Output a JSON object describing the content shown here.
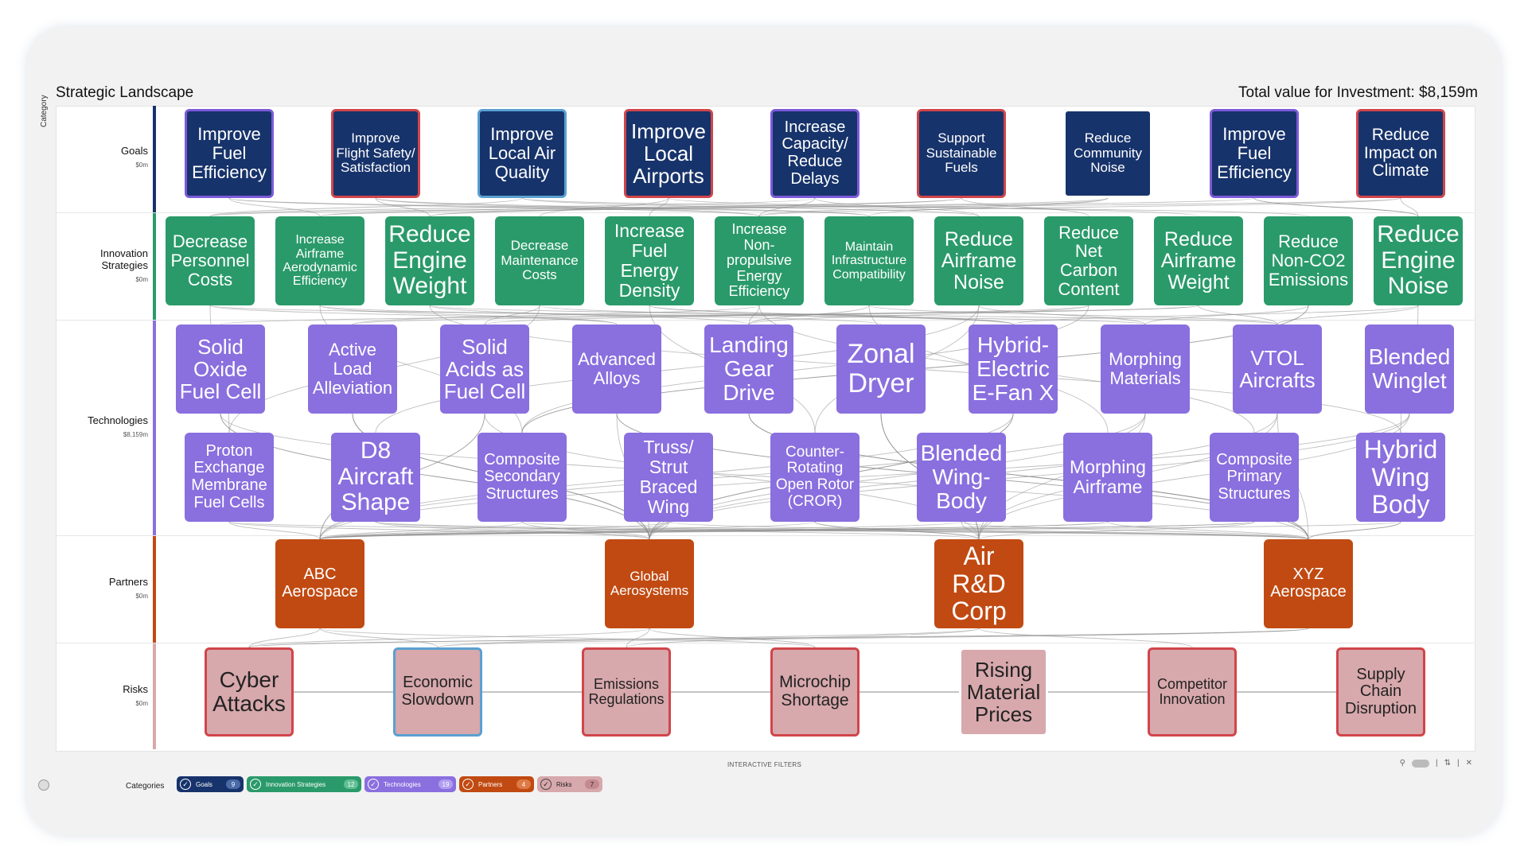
{
  "header": {
    "title": "Strategic Landscape",
    "total": "Total value for Investment: $8,159m"
  },
  "axis_label": "Category",
  "rows": [
    {
      "key": "goals",
      "label": "Goals",
      "value": "$0m",
      "color": "#17336b"
    },
    {
      "key": "innov",
      "label": "Innovation Strategies",
      "value": "$0m",
      "color": "#2a9a6a"
    },
    {
      "key": "tech",
      "label": "Technologies",
      "value": "$8,159m",
      "color": "#8a6fdf"
    },
    {
      "key": "partners",
      "label": "Partners",
      "value": "$0m",
      "color": "#c14a12"
    },
    {
      "key": "risks",
      "label": "Risks",
      "value": "$0m",
      "color": "#d7a8ac"
    }
  ],
  "nodes": {
    "goals": [
      {
        "label": "Improve Fuel Efficiency",
        "outline": "purple"
      },
      {
        "label": "Improve Flight Safety/ Satisfaction",
        "outline": "red"
      },
      {
        "label": "Improve Local Air Quality",
        "outline": "blue"
      },
      {
        "label": "Improve Local Airports",
        "outline": "red"
      },
      {
        "label": "Increase Capacity/ Reduce Delays",
        "outline": "purple"
      },
      {
        "label": "Support Sustainable Fuels",
        "outline": "red"
      },
      {
        "label": "Reduce Community Noise",
        "outline": "white"
      },
      {
        "label": "Improve Fuel Efficiency",
        "outline": "purple"
      },
      {
        "label": "Reduce Impact on Climate",
        "outline": "red"
      }
    ],
    "innovation_strategies": [
      "Decrease Personnel Costs",
      "Increase Airframe Aerodynamic Efficiency",
      "Reduce Engine Weight",
      "Decrease Maintenance Costs",
      "Increase Fuel Energy Density",
      "Increase Non-propulsive Energy Efficiency",
      "Maintain Infrastructure Compatibility",
      "Reduce Airframe Noise",
      "Reduce Net Carbon Content",
      "Reduce Airframe Weight",
      "Reduce Non-CO2 Emissions",
      "Reduce Engine Noise"
    ],
    "technologies": [
      "Solid Oxide Fuel Cell",
      "Active Load Alleviation",
      "Solid Acids as Fuel Cell",
      "Advanced Alloys",
      "Landing Gear Drive",
      "Zonal Dryer",
      "Hybrid-Electric E-Fan X",
      "Morphing Materials",
      "VTOL Aircrafts",
      "Blended Winglet",
      "Proton Exchange Membrane Fuel Cells",
      "D8 Aircraft Shape",
      "Composite Secondary Structures",
      "Truss/ Strut Braced Wing",
      "Counter-Rotating Open Rotor (CROR)",
      "Blended Wing-Body",
      "Morphing Airframe",
      "Composite Primary Structures",
      "Hybrid Wing Body"
    ],
    "partners": [
      "ABC Aerospace",
      "Global Aerosystems",
      "Air R&D Corp",
      "XYZ Aerospace"
    ],
    "risks": [
      {
        "label": "Cyber Attacks",
        "outline": "red"
      },
      {
        "label": "Economic Slowdown",
        "outline": "blue"
      },
      {
        "label": "Emissions Regulations",
        "outline": "red"
      },
      {
        "label": "Microchip Shortage",
        "outline": "red"
      },
      {
        "label": "Rising Material Prices",
        "outline": "white"
      },
      {
        "label": "Competitor Innovation",
        "outline": "red"
      },
      {
        "label": "Supply Chain Disruption",
        "outline": "red"
      }
    ]
  },
  "filters": {
    "title": "INTERACTIVE FILTERS",
    "categories_label": "Categories",
    "chips": [
      {
        "label": "Goals",
        "count": "9",
        "color": "#17336b"
      },
      {
        "label": "Innovation Strategies",
        "count": "12",
        "color": "#2a9a6a"
      },
      {
        "label": "Technologies",
        "count": "19",
        "color": "#8a6fdf"
      },
      {
        "label": "Partners",
        "count": "4",
        "color": "#c14a12"
      },
      {
        "label": "Risks",
        "count": "7",
        "color": "#d7a8ac"
      }
    ]
  },
  "icons": [
    "check-icon",
    "filter-icon",
    "toggle-switch",
    "sort-icon",
    "pin-icon"
  ]
}
